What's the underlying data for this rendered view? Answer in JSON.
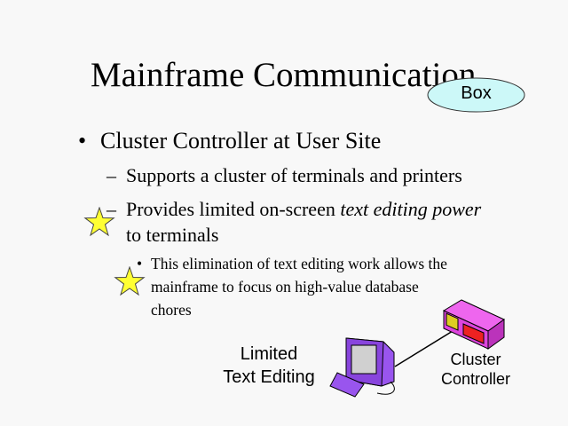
{
  "slide": {
    "title": "Mainframe Communication",
    "callout": "Box",
    "bullets": [
      {
        "text": "Cluster Controller at User Site",
        "sub": [
          {
            "text": "Supports a cluster of terminals and printers"
          },
          {
            "text_before": "Provides limited on-screen ",
            "text_italic": "text editing power",
            "text_after": "to terminals",
            "sub": [
              {
                "lines": [
                  "This elimination of text editing work allows the",
                  "mainframe to focus on high-value database",
                  "chores"
                ]
              }
            ]
          }
        ]
      }
    ],
    "labels": {
      "terminal": [
        "Limited",
        "Text Editing"
      ],
      "controller": [
        "Cluster",
        "Controller"
      ]
    }
  },
  "colors": {
    "background": "#f8f8f8",
    "callout": "#ccf8f8",
    "star": "#ffff33",
    "terminal": "#9955ee",
    "controller": "#dd44dd"
  }
}
